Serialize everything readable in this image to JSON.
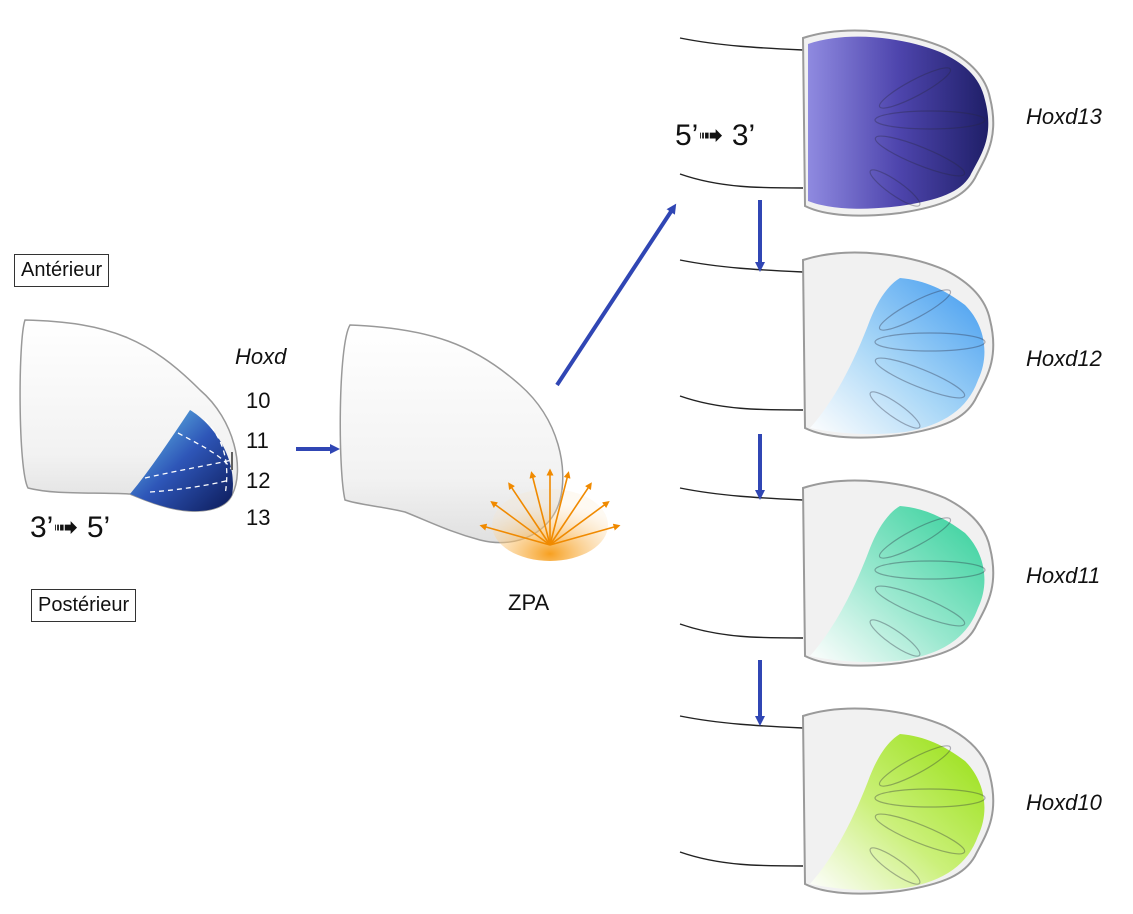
{
  "labels": {
    "anterieur": "Antérieur",
    "posterieur": "Postérieur",
    "hoxd": "Hoxd",
    "zpa": "ZPA",
    "left_direction": "3’➟ 5’",
    "right_direction": "5’➟ 3’"
  },
  "hoxd_numbers": [
    "10",
    "11",
    "12",
    "13"
  ],
  "domains": [
    {
      "gene": "Hoxd13",
      "color": "#2a2a86"
    },
    {
      "gene": "Hoxd12",
      "color": "#4aa3ee"
    },
    {
      "gene": "Hoxd11",
      "color": "#3ed8a0"
    },
    {
      "gene": "Hoxd10",
      "color": "#9be21a"
    }
  ],
  "colors": {
    "arrow": "#3046b4",
    "zpa": "#f08a00",
    "bud_band": [
      "#4fc0e8",
      "#1e3c9c",
      "#0e1a5a"
    ]
  }
}
